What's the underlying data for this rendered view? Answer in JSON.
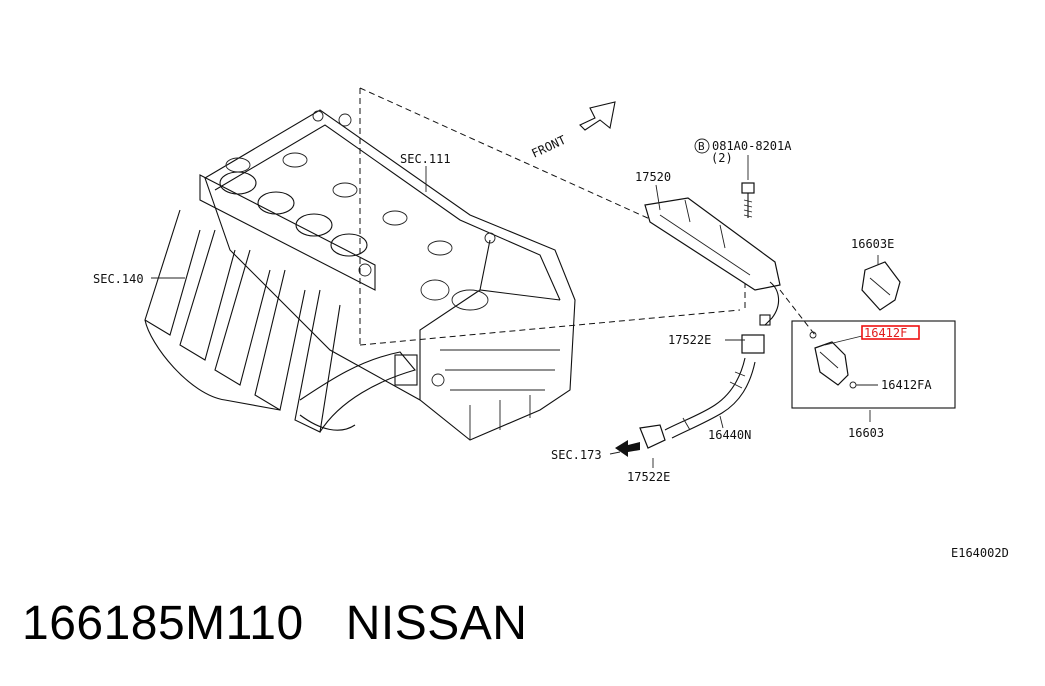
{
  "diagram": {
    "labels": {
      "sec111": "SEC.111",
      "sec140": "SEC.140",
      "sec173": "SEC.173",
      "front": "FRONT",
      "bolt_code": "081A0-8201A",
      "bolt_marker": "B",
      "bolt_qty": "(2)",
      "p17520": "17520",
      "p16603E": "16603E",
      "p16412F": "16412F",
      "p16412FA": "16412FA",
      "p16603": "16603",
      "p17522E_top": "17522E",
      "p17522E_bottom": "17522E",
      "p16440N": "16440N",
      "ref_code": "E164002D"
    },
    "highlight_color": "#e11d1d"
  },
  "caption": {
    "part_number": "166185M110",
    "brand": "NISSAN"
  }
}
